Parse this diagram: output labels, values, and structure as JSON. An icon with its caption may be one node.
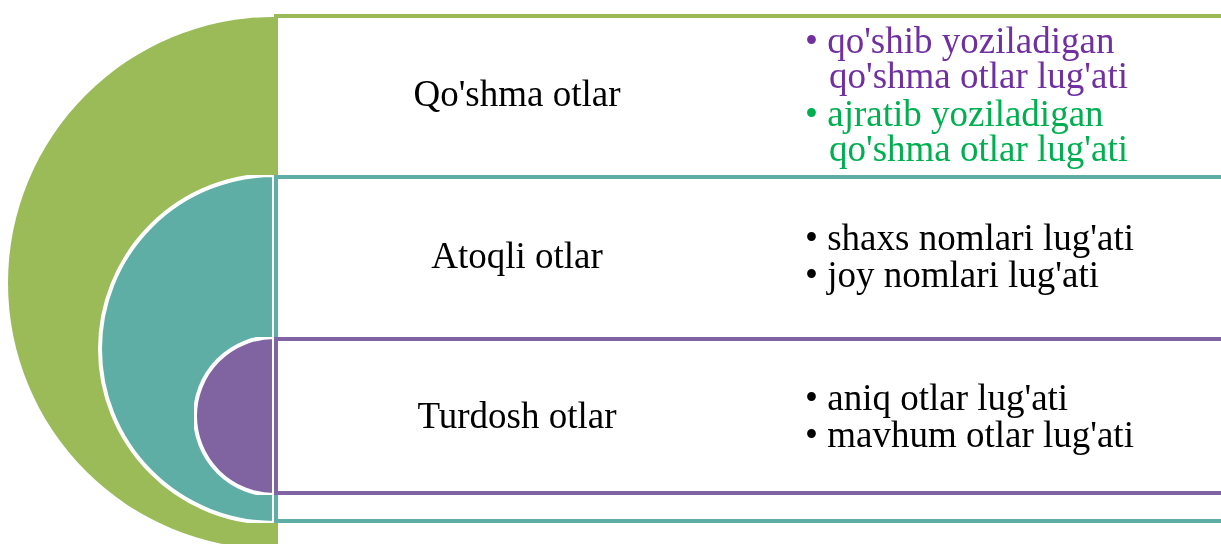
{
  "diagram": {
    "nodes": [
      {
        "text": [
          "Qo'shma otlar",
          "• qo'shib yoziladigan qo'shma otlar lug'ati",
          "• ajratib yoziladigan qo'shma otlar lug'ati"
        ]
      },
      {
        "text": [
          "Atoqli otlar",
          "• shaxs nomlari lug'ati",
          "• joy nomlari lug'ati"
        ],
        "in": 0
      },
      {
        "text": [
          "Turdosh otlar",
          "• aniq otlar lug'ati",
          "• mavhum otlar lug'ati"
        ],
        "in": 1
      }
    ]
  }
}
